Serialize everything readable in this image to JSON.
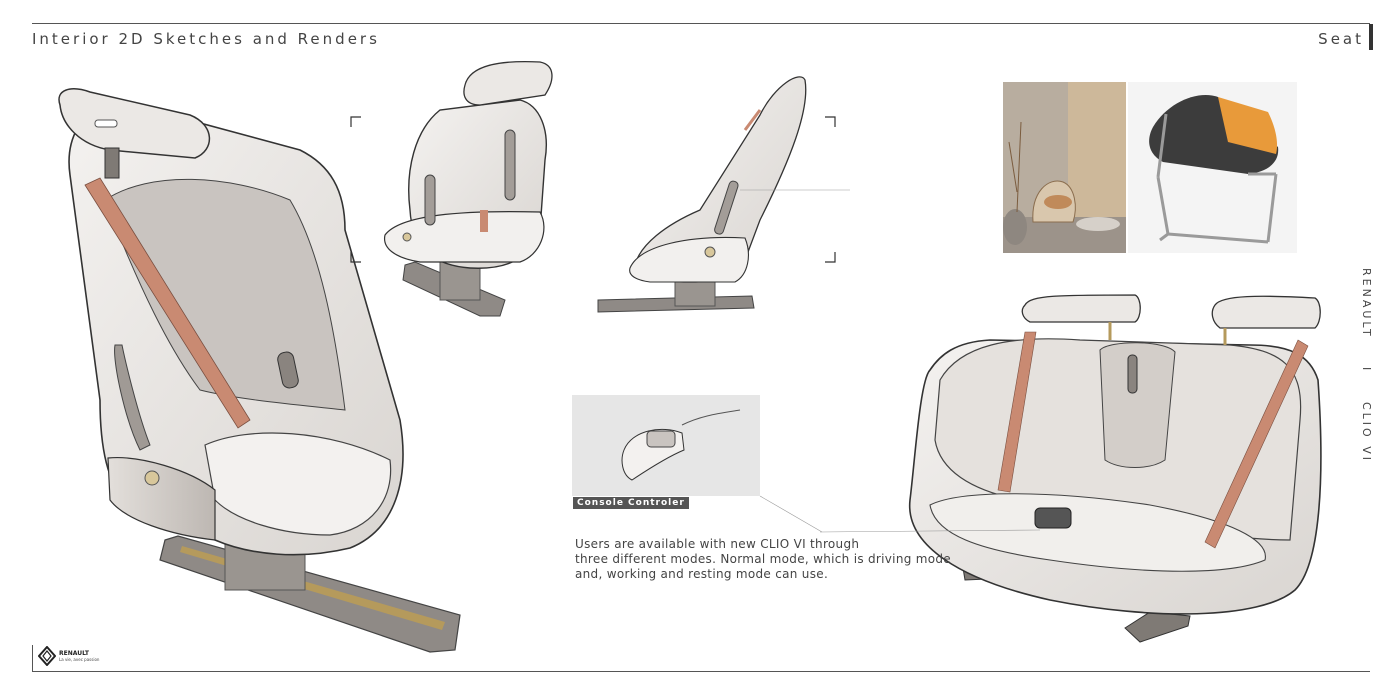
{
  "header": {
    "title": "Interior 2D Sketches and Renders",
    "section": "Seat"
  },
  "side_label": {
    "brand": "RENAULT",
    "separator": "I",
    "model": "CLIO VI"
  },
  "console": {
    "tag": "Console Controler"
  },
  "description": {
    "line1": "Users are available with new CLIO VI through",
    "line2": "three different modes. Normal mode, which is driving mode",
    "line3": "and, working and resting mode can use."
  },
  "logo": {
    "brand": "RENAULT",
    "tagline": "La vie, avec passion"
  },
  "colors": {
    "belt": "#c98a72",
    "seat_fill": "#ece9e6",
    "seat_shadow": "#c9c4c0",
    "rail": "#8f8a86",
    "accent_orange": "#e89a3a"
  }
}
